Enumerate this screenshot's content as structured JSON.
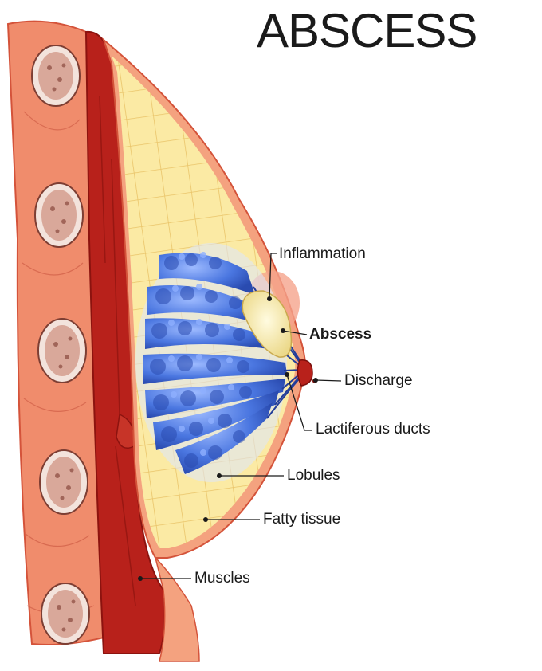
{
  "diagram": {
    "title": "ABSCESS",
    "labels": {
      "inflammation": "Inflammation",
      "abscess": "Abscess",
      "discharge": "Discharge",
      "lactiferous_ducts": "Lactiferous ducts",
      "lobules": "Lobules",
      "fatty_tissue": "Fatty tissue",
      "muscles": "Muscles"
    }
  },
  "colors": {
    "skin": "#f08c6c",
    "skin_edge": "#d4533a",
    "muscle": "#b8211b",
    "muscle_dark": "#8c130f",
    "fat": "#fbeaa4",
    "fat_grid": "#e9c36a",
    "lobule": "#4a76e0",
    "lobule_dark": "#223d9a",
    "lobule_light": "#8fb0ff",
    "abscess": "#fbf4c6",
    "inflammation": "#f5a48c",
    "nipple": "#b8211b",
    "rib": "#d9a89a",
    "rib_dot": "#8a4a3e",
    "text": "#1a1a1a"
  }
}
